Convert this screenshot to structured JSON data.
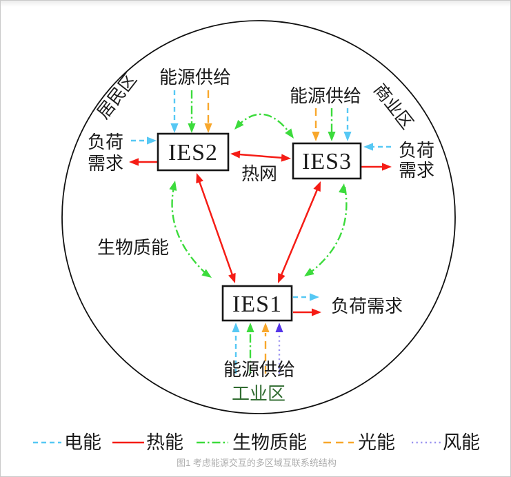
{
  "figure": {
    "caption": "图1 考虑能源交互的多区域互联系统结构"
  },
  "nodes": {
    "ies1": "IES1",
    "ies2": "IES2",
    "ies3": "IES3"
  },
  "labels": {
    "residential_area": "居民区",
    "commercial_area": "商业区",
    "industrial_area": "工业区",
    "energy_supply_ies2": "能源供给",
    "energy_supply_ies3": "能源供给",
    "energy_supply_ies1": "能源供给",
    "load_demand_ies2_line1": "负荷",
    "load_demand_ies2_line2": "需求",
    "load_demand_ies3_line1": "负荷",
    "load_demand_ies3_line2": "需求",
    "load_demand_ies1": "负荷需求",
    "heat_network": "热网",
    "biomass": "生物质能"
  },
  "legend": [
    {
      "label": "电能",
      "style": "dashed",
      "color": "#56c8f4"
    },
    {
      "label": "热能",
      "style": "solid",
      "color": "#f51c15"
    },
    {
      "label": "生物质能",
      "style": "dash-dot",
      "color": "#3cdb3c"
    },
    {
      "label": "光能",
      "style": "dashed",
      "color": "#f8a72b"
    },
    {
      "label": "风能",
      "style": "dotted",
      "color": "#9a93f0"
    }
  ],
  "connections": [
    {
      "energy": "热能",
      "between": [
        "IES2",
        "IES3"
      ],
      "bidirectional": true,
      "via": "热网"
    },
    {
      "energy": "热能",
      "between": [
        "IES2",
        "IES1"
      ],
      "bidirectional": true
    },
    {
      "energy": "热能",
      "between": [
        "IES3",
        "IES1"
      ],
      "bidirectional": true
    },
    {
      "energy": "生物质能",
      "between": [
        "IES2",
        "IES3"
      ],
      "bidirectional": true
    },
    {
      "energy": "生物质能",
      "between": [
        "IES2",
        "IES1"
      ],
      "bidirectional": true
    },
    {
      "energy": "生物质能",
      "between": [
        "IES3",
        "IES1"
      ],
      "bidirectional": true
    },
    {
      "energy": [
        "电能",
        "生物质能",
        "光能"
      ],
      "from": "能源供给",
      "to": "IES2"
    },
    {
      "energy": [
        "光能",
        "生物质能",
        "电能"
      ],
      "from": "能源供给",
      "to": "IES3"
    },
    {
      "energy": [
        "电能",
        "生物质能",
        "光能",
        "风能"
      ],
      "from": "能源供给",
      "to": "IES1"
    },
    {
      "energy": [
        "电能",
        "热能"
      ],
      "from": "IES2",
      "to": "负荷需求"
    },
    {
      "energy": [
        "电能",
        "热能"
      ],
      "from": "IES3",
      "to": "负荷需求"
    },
    {
      "energy": [
        "电能",
        "热能"
      ],
      "from": "IES1",
      "to": "负荷需求"
    }
  ],
  "colors": {
    "electric": "#56c8f4",
    "heat": "#f51c15",
    "biomass": "#3cdb3c",
    "solar": "#f8a72b",
    "wind": "#9a93f0",
    "wind_head": "#5434e8",
    "outline": "#111111",
    "industrial": "#2f6b2f",
    "caption": "#adadad"
  }
}
